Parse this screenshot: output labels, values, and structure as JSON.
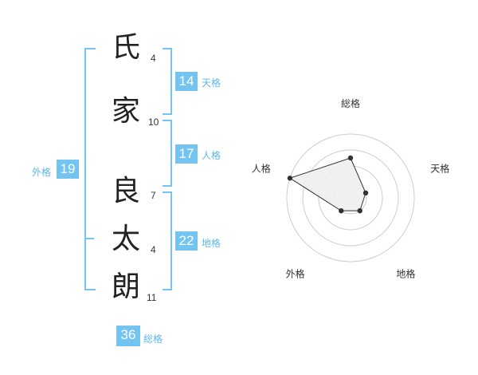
{
  "name": {
    "chars": [
      {
        "char": "氏",
        "strokes": "4"
      },
      {
        "char": "家",
        "strokes": "10"
      },
      {
        "char": "良",
        "strokes": "7"
      },
      {
        "char": "太",
        "strokes": "4"
      },
      {
        "char": "朗",
        "strokes": "11"
      }
    ]
  },
  "kaku": {
    "tenkaku": {
      "value": "14",
      "label": "天格"
    },
    "jinkaku": {
      "value": "17",
      "label": "人格"
    },
    "chikaku": {
      "value": "22",
      "label": "地格"
    },
    "gaikaku": {
      "value": "19",
      "label": "外格"
    },
    "soukaku": {
      "value": "36",
      "label": "総格"
    }
  },
  "colors": {
    "accent": "#74c4f1",
    "radar_fill": "#eeeeee",
    "ring": "#cccccc"
  },
  "chart_data": {
    "type": "radar",
    "axes": [
      "総格",
      "天格",
      "地格",
      "外格",
      "人格"
    ],
    "rings": 4,
    "max": 4,
    "values": [
      2.5,
      1.0,
      1.0,
      1.0,
      4.0
    ]
  }
}
